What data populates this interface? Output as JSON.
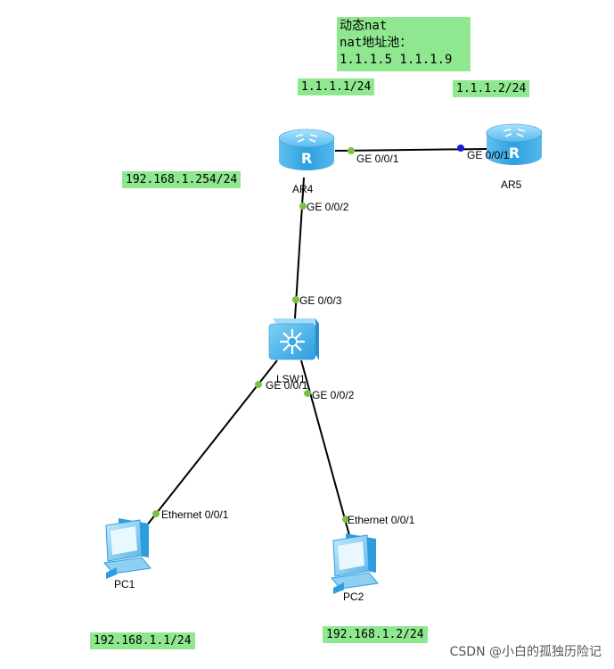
{
  "nat_note": {
    "line1": "动态nat",
    "line2": "nat地址池：",
    "line3": "1.1.1.5 1.1.1.9"
  },
  "ip_labels": {
    "ar4_outside": "1.1.1.1/24",
    "ar5": "1.1.1.2/24",
    "ar4_inside": "192.168.1.254/24",
    "pc1": "192.168.1.1/24",
    "pc2": "192.168.1.2/24"
  },
  "devices": {
    "ar4": "AR4",
    "ar5": "AR5",
    "lsw1": "LSW1",
    "pc1": "PC1",
    "pc2": "PC2"
  },
  "ports": {
    "ar4_ge001": "GE 0/0/1",
    "ar5_ge001": "GE 0/0/1",
    "ar4_ge002": "GE 0/0/2",
    "lsw1_ge003": "GE 0/0/3",
    "lsw1_ge001": "GE 0/0/1",
    "lsw1_ge002": "GE 0/0/2",
    "pc1_eth": "Ethernet 0/0/1",
    "pc2_eth": "Ethernet 0/0/1"
  },
  "colors": {
    "label_bg": "#8fe88f",
    "device_blue": "#3aa8e8",
    "port_up": "#7cc242",
    "port_blue": "#1a1adc"
  },
  "watermark": "CSDN @小白的孤独历险记"
}
